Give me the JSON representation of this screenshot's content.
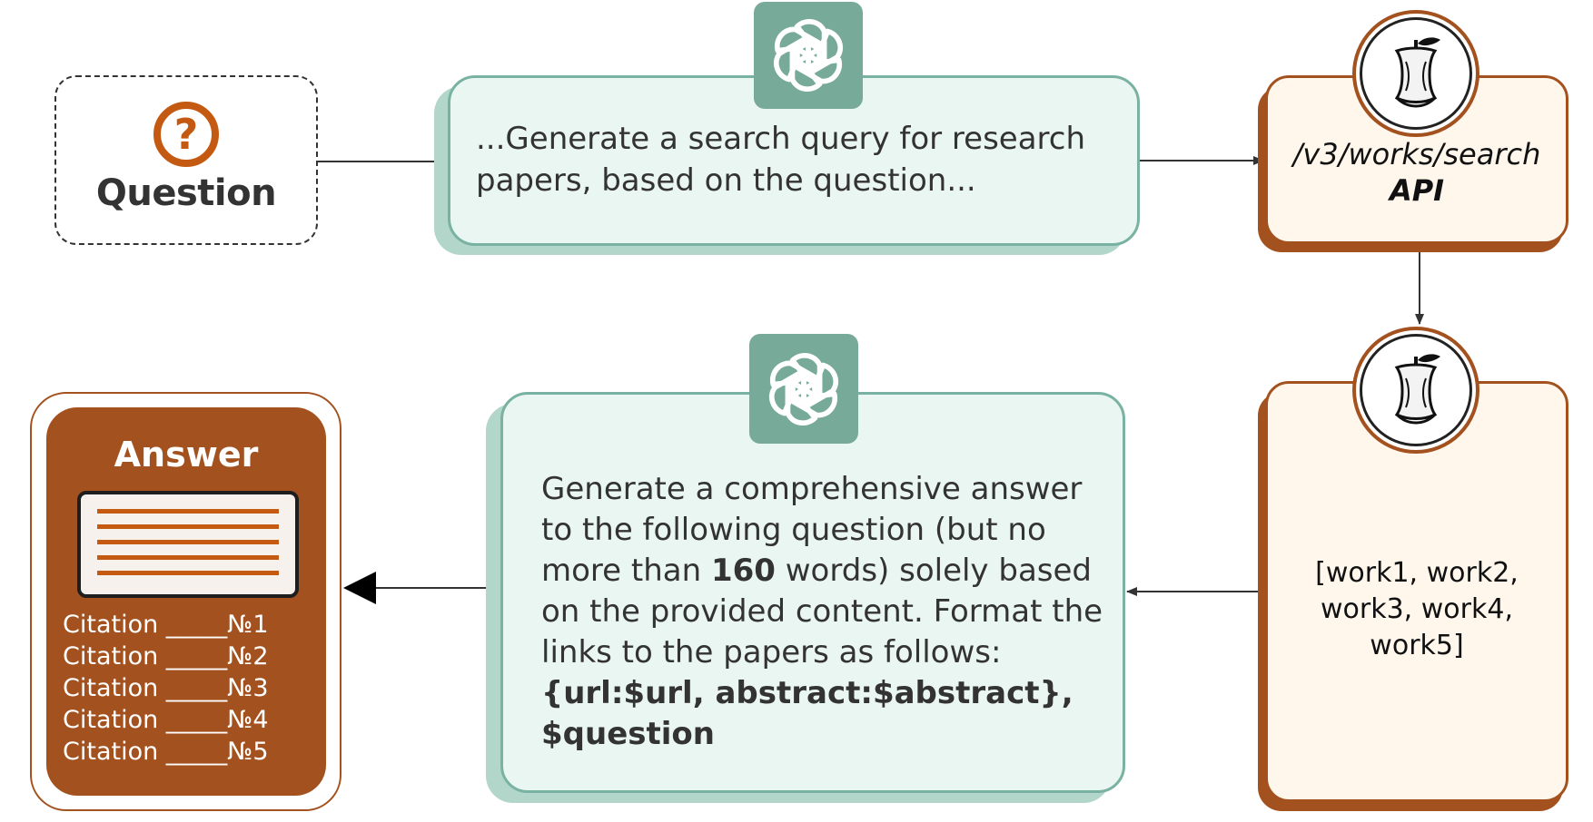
{
  "question": {
    "icon": "question-mark-icon",
    "icon_glyph": "?",
    "label": "Question"
  },
  "prompt_search": {
    "icon": "openai-logo-icon",
    "text": "...Generate a search query for research papers, based on the question..."
  },
  "api_search": {
    "icon": "apple-core-logo-icon",
    "path": "/v3/works/search",
    "label": "API"
  },
  "api_results": {
    "icon": "apple-core-logo-icon",
    "text": "[work1, work2, work3, work4, work5]"
  },
  "prompt_answer": {
    "icon": "openai-logo-icon",
    "text_before": "Generate a comprehensive answer to the following question (but no more than ",
    "word_limit": "160",
    "text_middle": " words) solely based on the provided content. Format the links to the papers as follows: ",
    "format_spec": "{url:$url, abstract:$abstract}, $question"
  },
  "answer": {
    "title": "Answer",
    "citations": [
      "Citation _____№1",
      "Citation _____№2",
      "Citation _____№3",
      "Citation _____№4",
      "Citation _____№5"
    ]
  },
  "colors": {
    "accent_orange": "#c45a12",
    "brown": "#a3521f",
    "teal": "#78aa9a",
    "teal_light": "#eaf6f1",
    "cream": "#fff6ec"
  }
}
